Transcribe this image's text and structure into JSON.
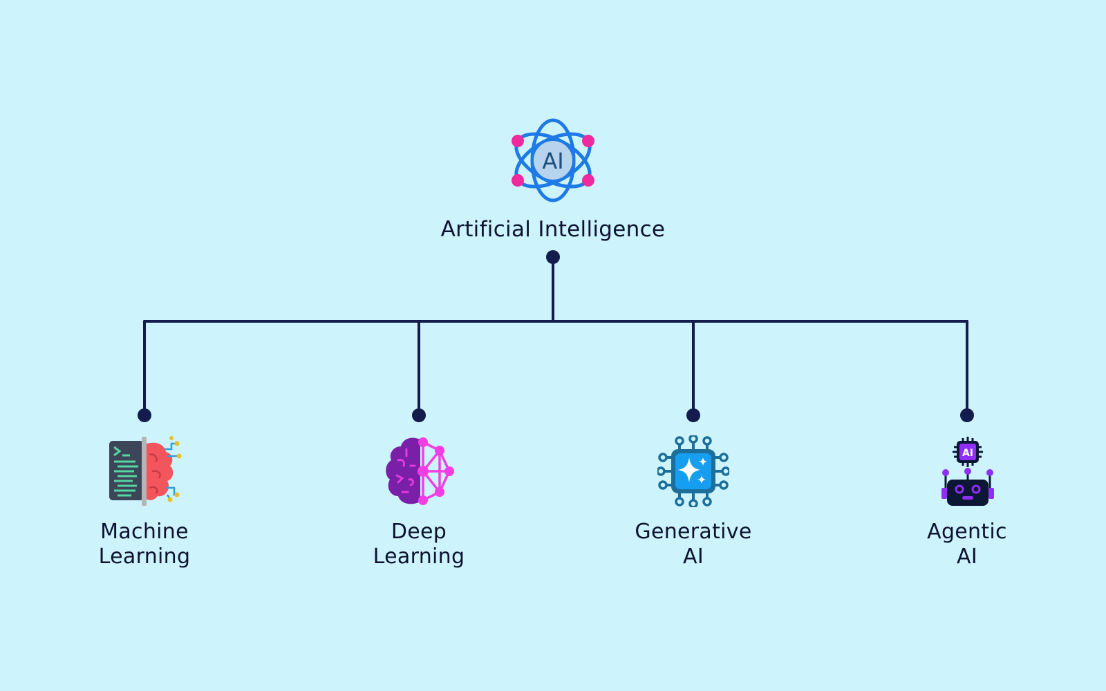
{
  "diagram": {
    "root": {
      "label": "Artificial Intelligence",
      "icon": "atom-ai-icon",
      "icon_text": "AI"
    },
    "children": [
      {
        "label_lines": [
          "Machine",
          "Learning"
        ],
        "icon": "code-brain-icon"
      },
      {
        "label_lines": [
          "Deep",
          "Learning"
        ],
        "icon": "neural-brain-icon"
      },
      {
        "label_lines": [
          "Generative",
          "AI"
        ],
        "icon": "ai-chip-sparkle-icon"
      },
      {
        "label_lines": [
          "Agentic",
          "AI"
        ],
        "icon": "robot-chip-icon",
        "icon_text": "AI"
      }
    ]
  },
  "colors": {
    "background": "#cdf3fc",
    "connector": "#141c4e",
    "text": "#0c1230",
    "atom_blue": "#1e7ae6",
    "atom_pink": "#ee2a9e",
    "brain_red": "#f2555b",
    "brain_purple": "#7a1fa8",
    "brain_pink": "#f23ee3",
    "chip_teal": "#1d6f9b",
    "chip_blue": "#169ff0",
    "robot_navy": "#0b1735",
    "robot_purple": "#8f2ff5"
  }
}
